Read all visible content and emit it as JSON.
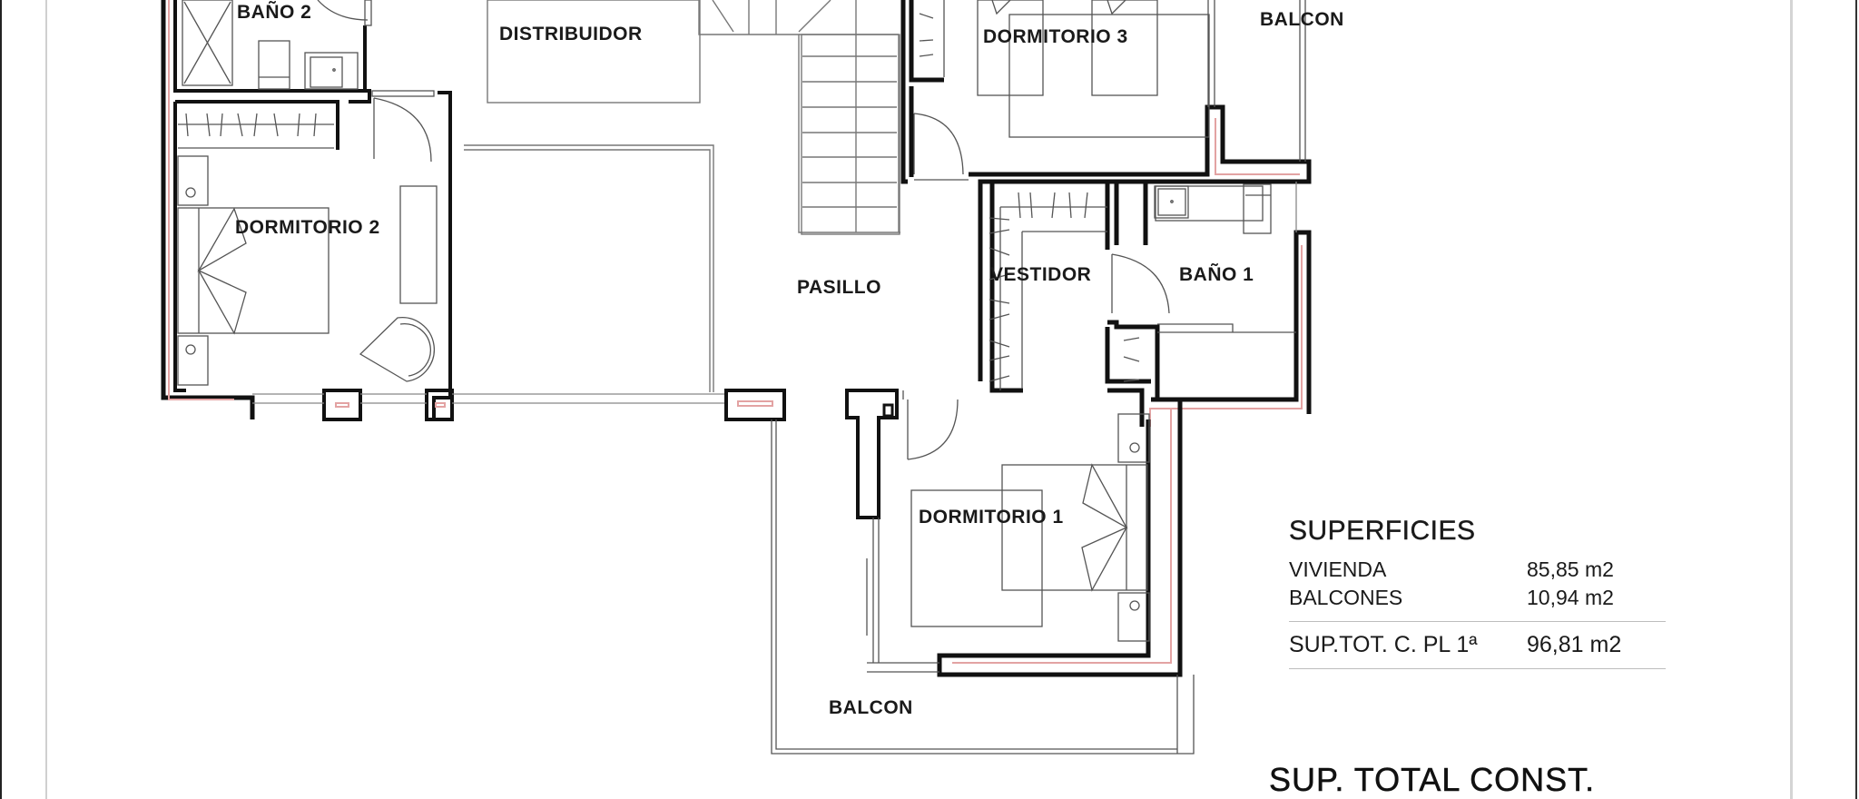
{
  "plan": {
    "rooms": [
      {
        "id": "bano-2",
        "label": "BAÑO 2"
      },
      {
        "id": "distribuidor",
        "label": "DISTRIBUIDOR"
      },
      {
        "id": "dormitorio-3",
        "label": "DORMITORIO 3"
      },
      {
        "id": "balcon-top",
        "label": "BALCON"
      },
      {
        "id": "dormitorio-2",
        "label": "DORMITORIO 2"
      },
      {
        "id": "pasillo",
        "label": "PASILLO"
      },
      {
        "id": "vestidor",
        "label": "VESTIDOR"
      },
      {
        "id": "bano-1",
        "label": "BAÑO 1"
      },
      {
        "id": "dormitorio-1",
        "label": "DORMITORIO 1"
      },
      {
        "id": "balcon-bottom",
        "label": "BALCON"
      }
    ],
    "colors": {
      "wall": "#111111",
      "furniture": "#555555",
      "light_line": "#9a9a9a",
      "insulation": "#e8a8a8"
    }
  },
  "surfaces": {
    "title": "SUPERFICIES",
    "rows": [
      {
        "label": "VIVIENDA",
        "value": "85,85 m2"
      },
      {
        "label": "BALCONES",
        "value": "10,94 m2"
      }
    ],
    "total": {
      "label": "SUP.TOT. C. PL 1ª",
      "value": "96,81 m2"
    }
  },
  "footer": {
    "total_const_label": "SUP. TOTAL CONST."
  }
}
